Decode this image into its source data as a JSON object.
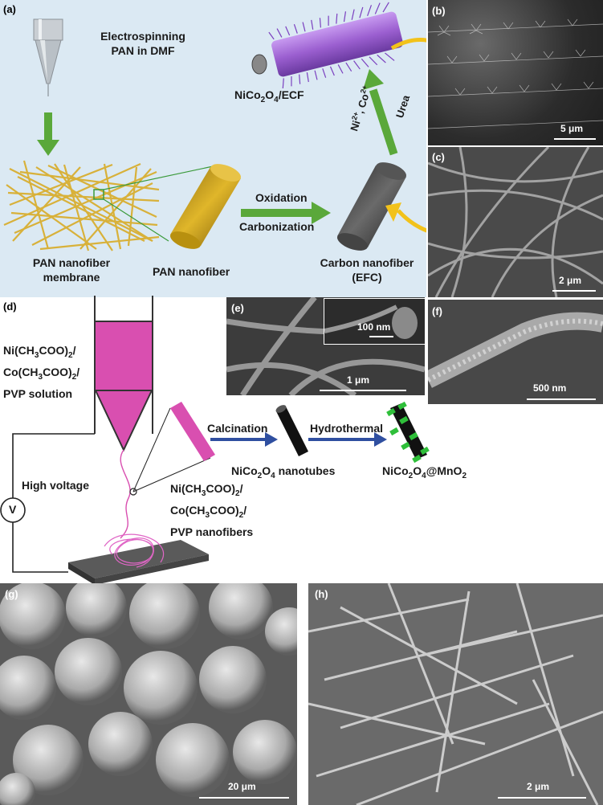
{
  "panels": {
    "a": "(a)",
    "b": "(b)",
    "c": "(c)",
    "d": "(d)",
    "e": "(e)",
    "f": "(f)",
    "g": "(g)",
    "h": "(h)"
  },
  "panel_a": {
    "electrospinning_line1": "Electrospinning",
    "electrospinning_line2": "PAN in DMF",
    "product_base": "NiCo",
    "product_sub2": "2",
    "product_o": "O",
    "product_sub4": "4",
    "product_rest": "/ECF",
    "urea": "Urea",
    "ions_ni": "Ni",
    "ions_ni_sup": "2+",
    "ions_sep": ", Co",
    "ions_co_sup": "2+",
    "oxidation": "Oxidation",
    "carbonization": "Carbonization",
    "membrane_line1": "PAN nanofiber",
    "membrane_line2": "membrane",
    "pan_nanofiber": "PAN nanofiber",
    "carbon_line1": "Carbon nanofiber",
    "carbon_line2": "(EFC)"
  },
  "scale_bars": {
    "b": "5 μm",
    "c": "2 μm",
    "e_main": "1 μm",
    "e_inset": "100 nm",
    "f": "500 nm",
    "g": "20 μm",
    "h": "2 μm"
  },
  "panel_d": {
    "solution_line1": "Ni(CH",
    "solution_line1_sub": "3",
    "solution_line1_end": "COO)",
    "solution_line1_sub2": "2",
    "solution_line1_tail": "/",
    "solution_line2": "Co(CH",
    "solution_line2_sub": "3",
    "solution_line2_end": "COO)",
    "solution_line2_sub2": "2",
    "solution_line2_tail": "/",
    "solution_line3": "PVP solution",
    "high_voltage": "High voltage",
    "voltmeter": "V",
    "calcination": "Calcination",
    "hydrothermal": "Hydrothermal",
    "nanotubes_base": "NiCo",
    "nanotubes_sub2": "2",
    "nanotubes_o": "O",
    "nanotubes_sub4": "4",
    "nanotubes_rest": " nanotubes",
    "core_base": "NiCo",
    "core_sub2": "2",
    "core_o": "O",
    "core_sub4": "4",
    "core_mid": "@MnO",
    "core_sub_mn": "2",
    "fibers_line1": "Ni(CH",
    "fibers_line1_sub": "3",
    "fibers_line1_end": "COO)",
    "fibers_line1_sub2": "2",
    "fibers_line1_tail": "/",
    "fibers_line2": "Co(CH",
    "fibers_line2_sub": "3",
    "fibers_line2_end": "COO)",
    "fibers_line2_sub2": "2",
    "fibers_line2_tail": "/",
    "fibers_line3": "PVP nanofibers"
  },
  "colors": {
    "panel_a_bg": "#dbe9f3",
    "green_arrow": "#5aa83a",
    "blue_arrow": "#2f4fa0",
    "yellow_arrow": "#f2c21a",
    "pink": "#d94fb0",
    "purple": "#9b5fd0"
  }
}
